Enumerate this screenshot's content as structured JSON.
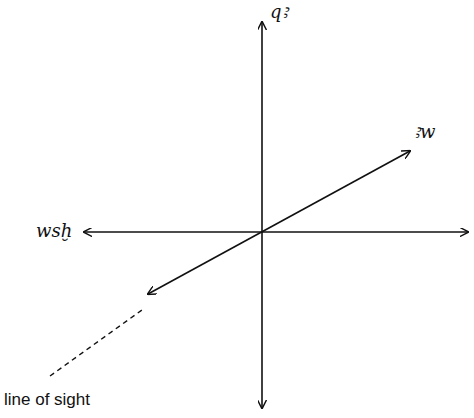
{
  "diagram": {
    "labels": [
      "qꜣ",
      "ꜣw",
      "wsḫ",
      "line of sight"
    ]
  }
}
